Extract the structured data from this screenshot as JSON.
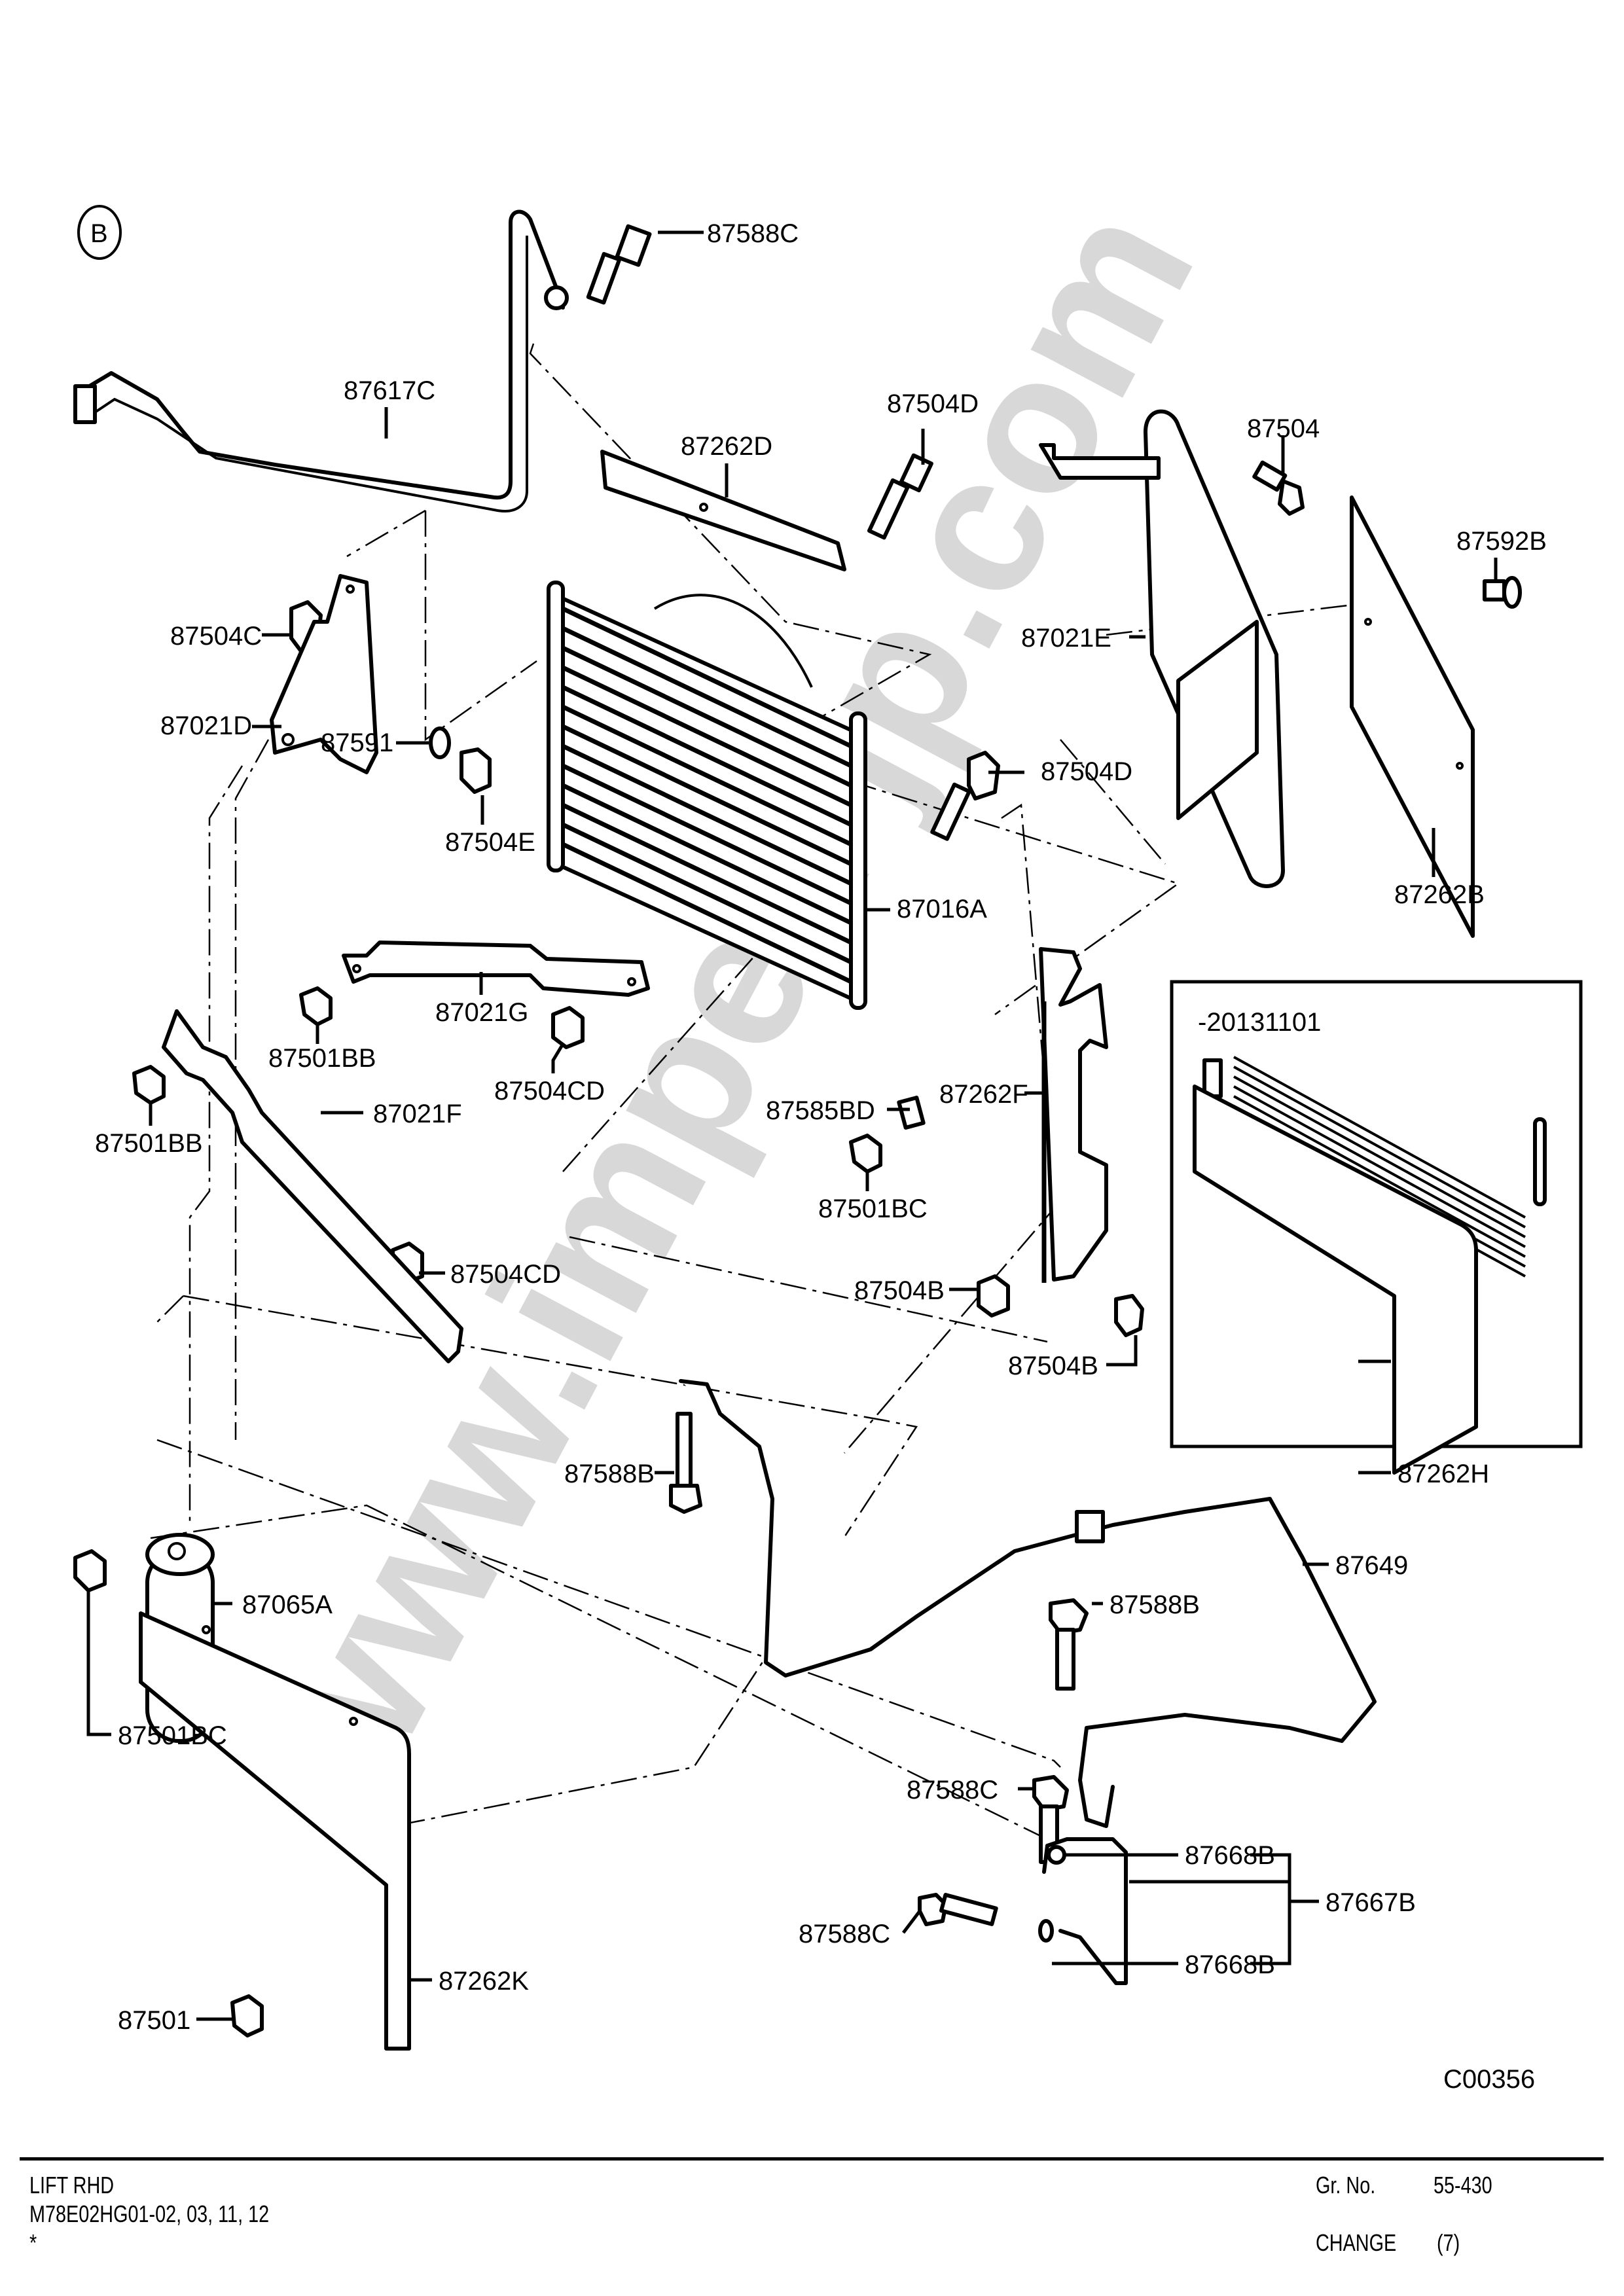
{
  "diagram": {
    "section_marker": "B",
    "figure_code": "C00356",
    "inset": {
      "label": "-20131101",
      "part": "87262H"
    },
    "watermark": "www.impex-jp.com",
    "parts": [
      {
        "id": "p_87588C_top",
        "label": "87588C"
      },
      {
        "id": "p_87617C",
        "label": "87617C"
      },
      {
        "id": "p_87262D",
        "label": "87262D"
      },
      {
        "id": "p_87504D_top",
        "label": "87504D"
      },
      {
        "id": "p_87504",
        "label": "87504"
      },
      {
        "id": "p_87592B",
        "label": "87592B"
      },
      {
        "id": "p_87504C",
        "label": "87504C"
      },
      {
        "id": "p_87021D",
        "label": "87021D"
      },
      {
        "id": "p_87021E",
        "label": "87021E"
      },
      {
        "id": "p_87504D_mid",
        "label": "87504D"
      },
      {
        "id": "p_87591",
        "label": "87591"
      },
      {
        "id": "p_87504E",
        "label": "87504E"
      },
      {
        "id": "p_87016A",
        "label": "87016A"
      },
      {
        "id": "p_87262B",
        "label": "87262B"
      },
      {
        "id": "p_87021G",
        "label": "87021G"
      },
      {
        "id": "p_87501BB_a",
        "label": "87501BB"
      },
      {
        "id": "p_87504CD_a",
        "label": "87504CD"
      },
      {
        "id": "p_87501BB_b",
        "label": "87501BB"
      },
      {
        "id": "p_87021F",
        "label": "87021F"
      },
      {
        "id": "p_87585BD",
        "label": "87585BD"
      },
      {
        "id": "p_87501BC_a",
        "label": "87501BC"
      },
      {
        "id": "p_87262F",
        "label": "87262F"
      },
      {
        "id": "p_87504CD_b",
        "label": "87504CD"
      },
      {
        "id": "p_87504B_a",
        "label": "87504B"
      },
      {
        "id": "p_87504B_b",
        "label": "87504B"
      },
      {
        "id": "p_87588B_a",
        "label": "87588B"
      },
      {
        "id": "p_87649",
        "label": "87649"
      },
      {
        "id": "p_87065A",
        "label": "87065A"
      },
      {
        "id": "p_87588B_b",
        "label": "87588B"
      },
      {
        "id": "p_87501BC_b",
        "label": "87501BC"
      },
      {
        "id": "p_87588C_mid",
        "label": "87588C"
      },
      {
        "id": "p_87668B_a",
        "label": "87668B"
      },
      {
        "id": "p_87667B",
        "label": "87667B"
      },
      {
        "id": "p_87588C_low",
        "label": "87588C"
      },
      {
        "id": "p_87668B_b",
        "label": "87668B"
      },
      {
        "id": "p_87501",
        "label": "87501"
      },
      {
        "id": "p_87262K",
        "label": "87262K"
      }
    ]
  },
  "footer": {
    "model_line1": "LIFT RHD",
    "model_line2": "M78E02HG01-02, 03, 11, 12",
    "model_line3": "*",
    "group_label": "Gr. No.",
    "group_value": "55-430",
    "change_label": "CHANGE",
    "change_value": "(7)"
  }
}
